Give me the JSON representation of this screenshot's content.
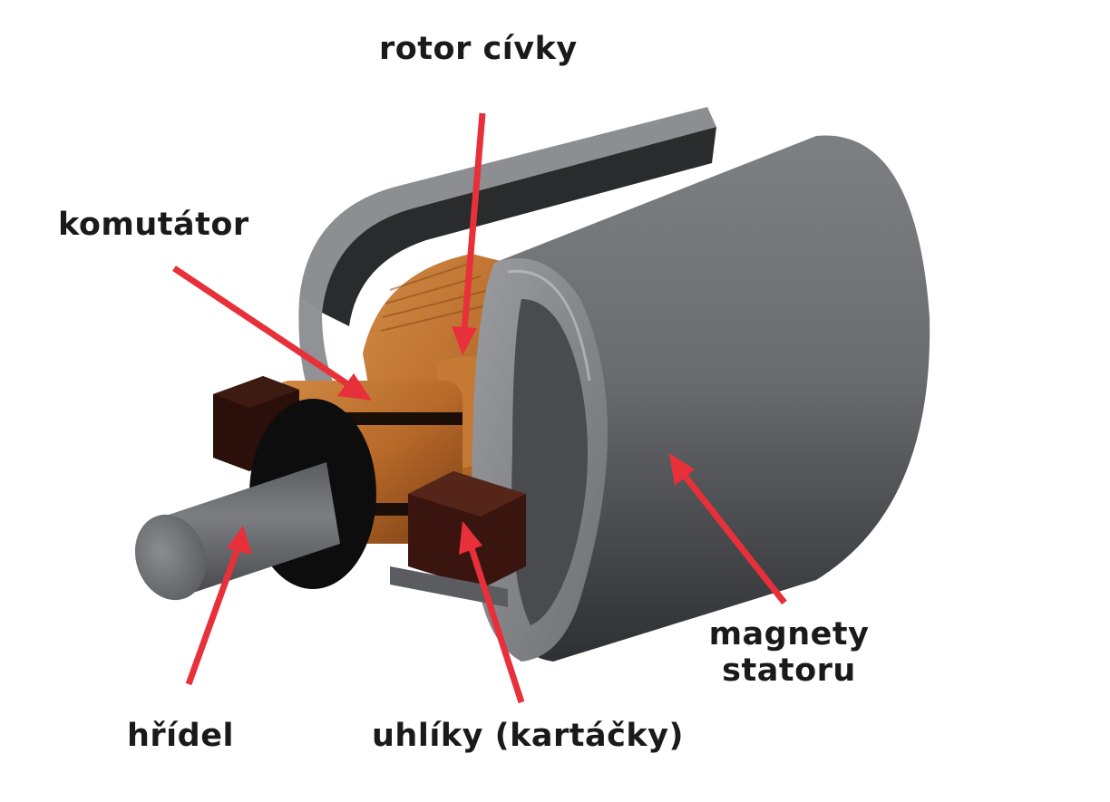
{
  "diagram": {
    "subject": "DC motor cutaway",
    "colors": {
      "arrow": "#e8303a",
      "housing_light": "#8a8c90",
      "housing_dark": "#3a3b3e",
      "copper": "#b86a2a",
      "brush": "#3a1510",
      "shaft": "#6c6e72",
      "text": "#1a1a1a"
    },
    "labels": [
      {
        "id": "rotor",
        "text": "rotor cívky"
      },
      {
        "id": "commutator",
        "text": "komutátor"
      },
      {
        "id": "shaft",
        "text": "hřídel"
      },
      {
        "id": "brushes",
        "text": "uhlíky (kartáčky)"
      },
      {
        "id": "stator_line1",
        "text": "magnety"
      },
      {
        "id": "stator_line2",
        "text": "statoru"
      }
    ]
  }
}
